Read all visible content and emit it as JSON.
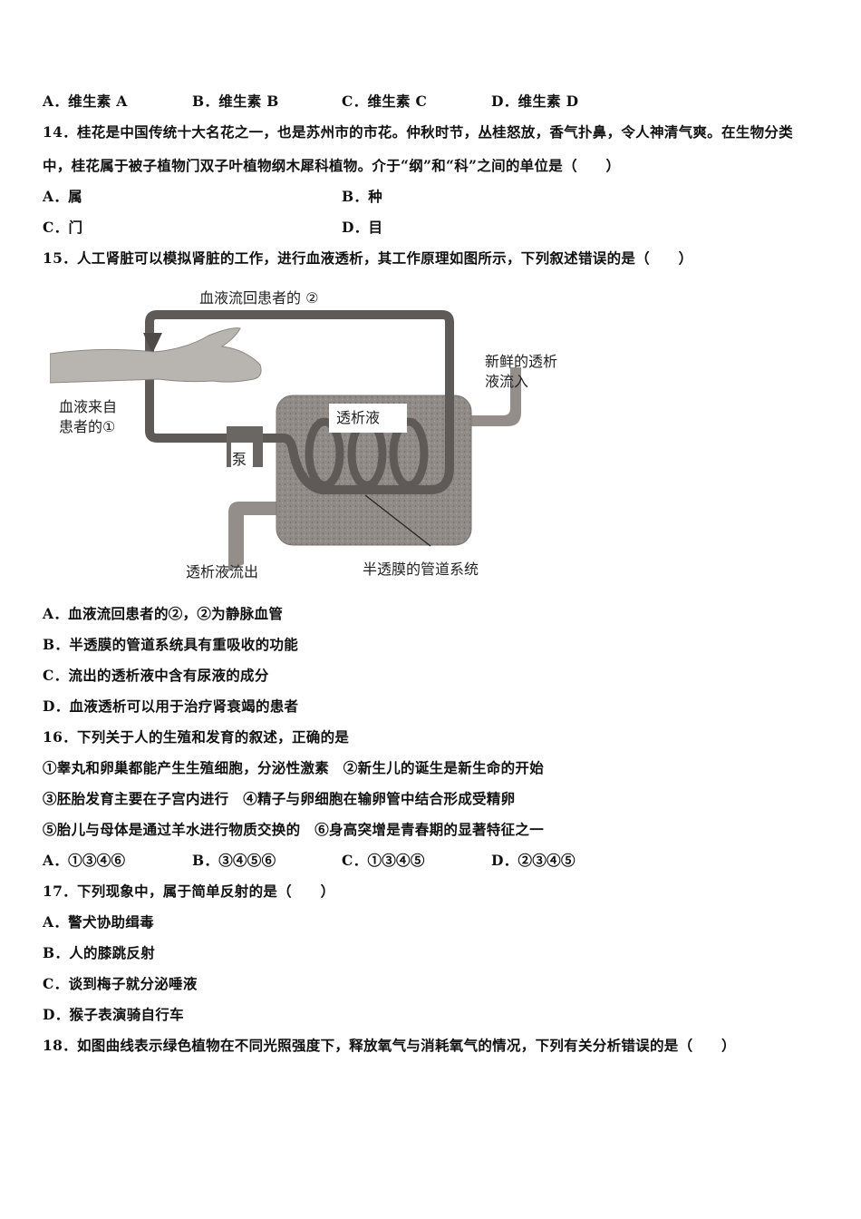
{
  "q13_options": [
    {
      "label": "A．",
      "text": "维生素 A"
    },
    {
      "label": "B．",
      "text": "维生素 B"
    },
    {
      "label": "C．",
      "text": "维生素 C"
    },
    {
      "label": "D．",
      "text": "维生素 D"
    }
  ],
  "q14": {
    "stem_line1": "14．桂花是中国传统十大名花之一，也是苏州市的市花。仲秋时节，丛桂怒放，香气扑鼻，令人神清气爽。在生物分类",
    "stem_line2": "中，桂花属于被子植物门双子叶植物纲木犀科植物。介于“纲”和“科”之间的单位是（　　）",
    "options": [
      {
        "label": "A．",
        "text": "属"
      },
      {
        "label": "B．",
        "text": "种"
      },
      {
        "label": "C．",
        "text": "门"
      },
      {
        "label": "D．",
        "text": "目"
      }
    ]
  },
  "q15": {
    "stem": "15．人工肾脏可以模拟肾脏的工作，进行血液透析，其工作原理如图所示，下列叙述错误的是（　　）",
    "diagram": {
      "label_return": "血液流回患者的 ②",
      "label_from_line1": "血液来自",
      "label_from_line2": "患者的①",
      "label_fresh_line1": "新鲜的透析",
      "label_fresh_line2": "液流入",
      "label_dialysate": "透析液",
      "label_pump": "泵",
      "label_out": "透析液流出",
      "label_membrane": "半透膜的管道系统"
    },
    "options": [
      {
        "label": "A．",
        "text": "血液流回患者的②，②为静脉血管"
      },
      {
        "label": "B．",
        "text": "半透膜的管道系统具有重吸收的功能"
      },
      {
        "label": "C．",
        "text": "流出的透析液中含有尿液的成分"
      },
      {
        "label": "D．",
        "text": "血液透析可以用于治疗肾衰竭的患者"
      }
    ]
  },
  "q16": {
    "stem": "16．下列关于人的生殖和发育的叙述，正确的是",
    "statements": [
      "①睾丸和卵巢都能产生生殖细胞，分泌性激素　②新生儿的诞生是新生命的开始",
      "③胚胎发育主要在子宫内进行　④精子与卵细胞在输卵管中结合形成受精卵",
      "⑤胎儿与母体是通过羊水进行物质交换的　⑥身高突增是青春期的显著特征之一"
    ],
    "options": [
      {
        "label": "A．",
        "text": "①③④⑥"
      },
      {
        "label": "B．",
        "text": "③④⑤⑥"
      },
      {
        "label": "C．",
        "text": "①③④⑤"
      },
      {
        "label": "D．",
        "text": "②③④⑤"
      }
    ]
  },
  "q17": {
    "stem": "17．下列现象中，属于简单反射的是（　　）",
    "options": [
      {
        "label": "A．",
        "text": "警犬协助缉毒"
      },
      {
        "label": "B．",
        "text": "人的膝跳反射"
      },
      {
        "label": "C．",
        "text": "谈到梅子就分泌唾液"
      },
      {
        "label": "D．",
        "text": "猴子表演骑自行车"
      }
    ]
  },
  "q18": {
    "stem": "18．如图曲线表示绿色植物在不同光照强度下，释放氧气与消耗氧气的情况，下列有关分析错误的是（　　）"
  },
  "colors": {
    "text": "#111111",
    "tank": "#8f8a86",
    "tube": "#5e5a58",
    "skin": "#b8b4b0"
  }
}
